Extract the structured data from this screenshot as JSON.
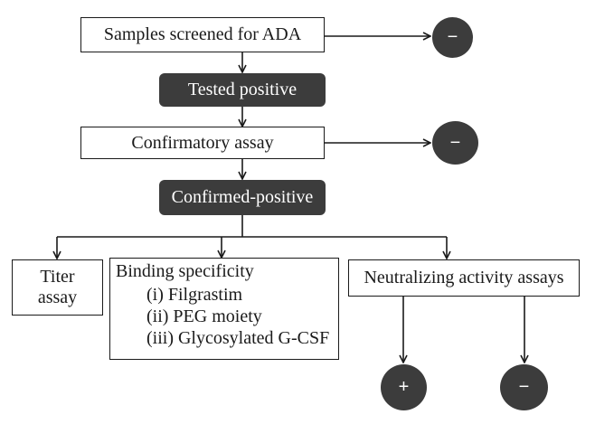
{
  "nodes": {
    "samples": "Samples screened for ADA",
    "tested_positive": "Tested positive",
    "confirmatory": "Confirmatory assay",
    "confirmed_positive": "Confirmed-positive",
    "titer": [
      "Titer",
      "assay"
    ],
    "binding": {
      "title": "Binding specificity",
      "items": [
        "(i) Filgrastim",
        "(ii) PEG moiety",
        "(iii) Glycosylated G-CSF"
      ]
    },
    "neutralizing": "Neutralizing activity assays"
  },
  "outcomes": {
    "negative_screen": "−",
    "negative_confirm": "−",
    "positive_neutral": "+",
    "negative_neutral": "−"
  },
  "colors": {
    "dark_fill": "#3c3c3c",
    "line": "#1a1a1a",
    "text_on_dark": "#ffffff"
  }
}
